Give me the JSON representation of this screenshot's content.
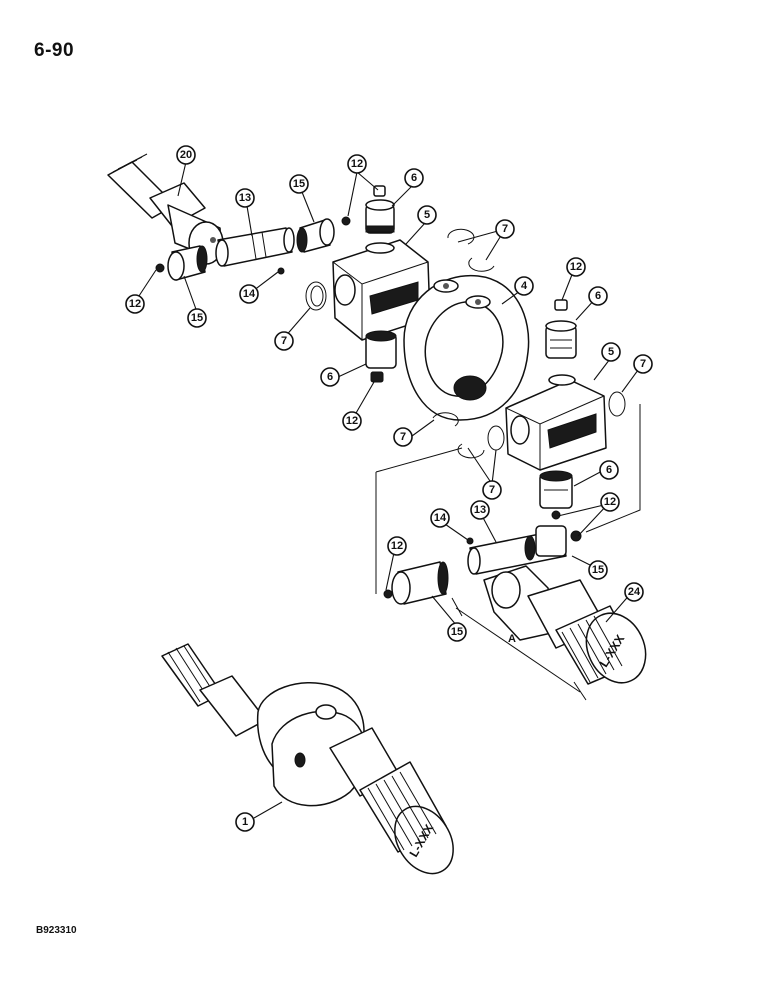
{
  "page": {
    "number": "6-90",
    "figure_code": "B923310"
  },
  "callouts": [
    {
      "id": "c20",
      "label": "20"
    },
    {
      "id": "c13a",
      "label": "13"
    },
    {
      "id": "c15a",
      "label": "15"
    },
    {
      "id": "c12a",
      "label": "12"
    },
    {
      "id": "c6a",
      "label": "6"
    },
    {
      "id": "c5a",
      "label": "5"
    },
    {
      "id": "c7a",
      "label": "7"
    },
    {
      "id": "c12b",
      "label": "12"
    },
    {
      "id": "c14a",
      "label": "14"
    },
    {
      "id": "c15b",
      "label": "15"
    },
    {
      "id": "c7b",
      "label": "7"
    },
    {
      "id": "c4",
      "label": "4"
    },
    {
      "id": "c12c",
      "label": "12"
    },
    {
      "id": "c6b",
      "label": "6"
    },
    {
      "id": "c5b",
      "label": "5"
    },
    {
      "id": "c7c",
      "label": "7"
    },
    {
      "id": "c6c",
      "label": "6"
    },
    {
      "id": "c12d",
      "label": "12"
    },
    {
      "id": "c7d",
      "label": "7"
    },
    {
      "id": "c7e",
      "label": "7"
    },
    {
      "id": "c6d",
      "label": "6"
    },
    {
      "id": "c12e",
      "label": "12"
    },
    {
      "id": "c14b",
      "label": "14"
    },
    {
      "id": "c13b",
      "label": "13"
    },
    {
      "id": "c12f",
      "label": "12"
    },
    {
      "id": "c15c",
      "label": "15"
    },
    {
      "id": "c24",
      "label": "24"
    },
    {
      "id": "c15d",
      "label": "15"
    },
    {
      "id": "c1",
      "label": "1"
    }
  ],
  "stamps": {
    "yoke_marking": "L-XXX",
    "assembly_marking": "L-XXX"
  },
  "dimension": {
    "label": "A"
  }
}
